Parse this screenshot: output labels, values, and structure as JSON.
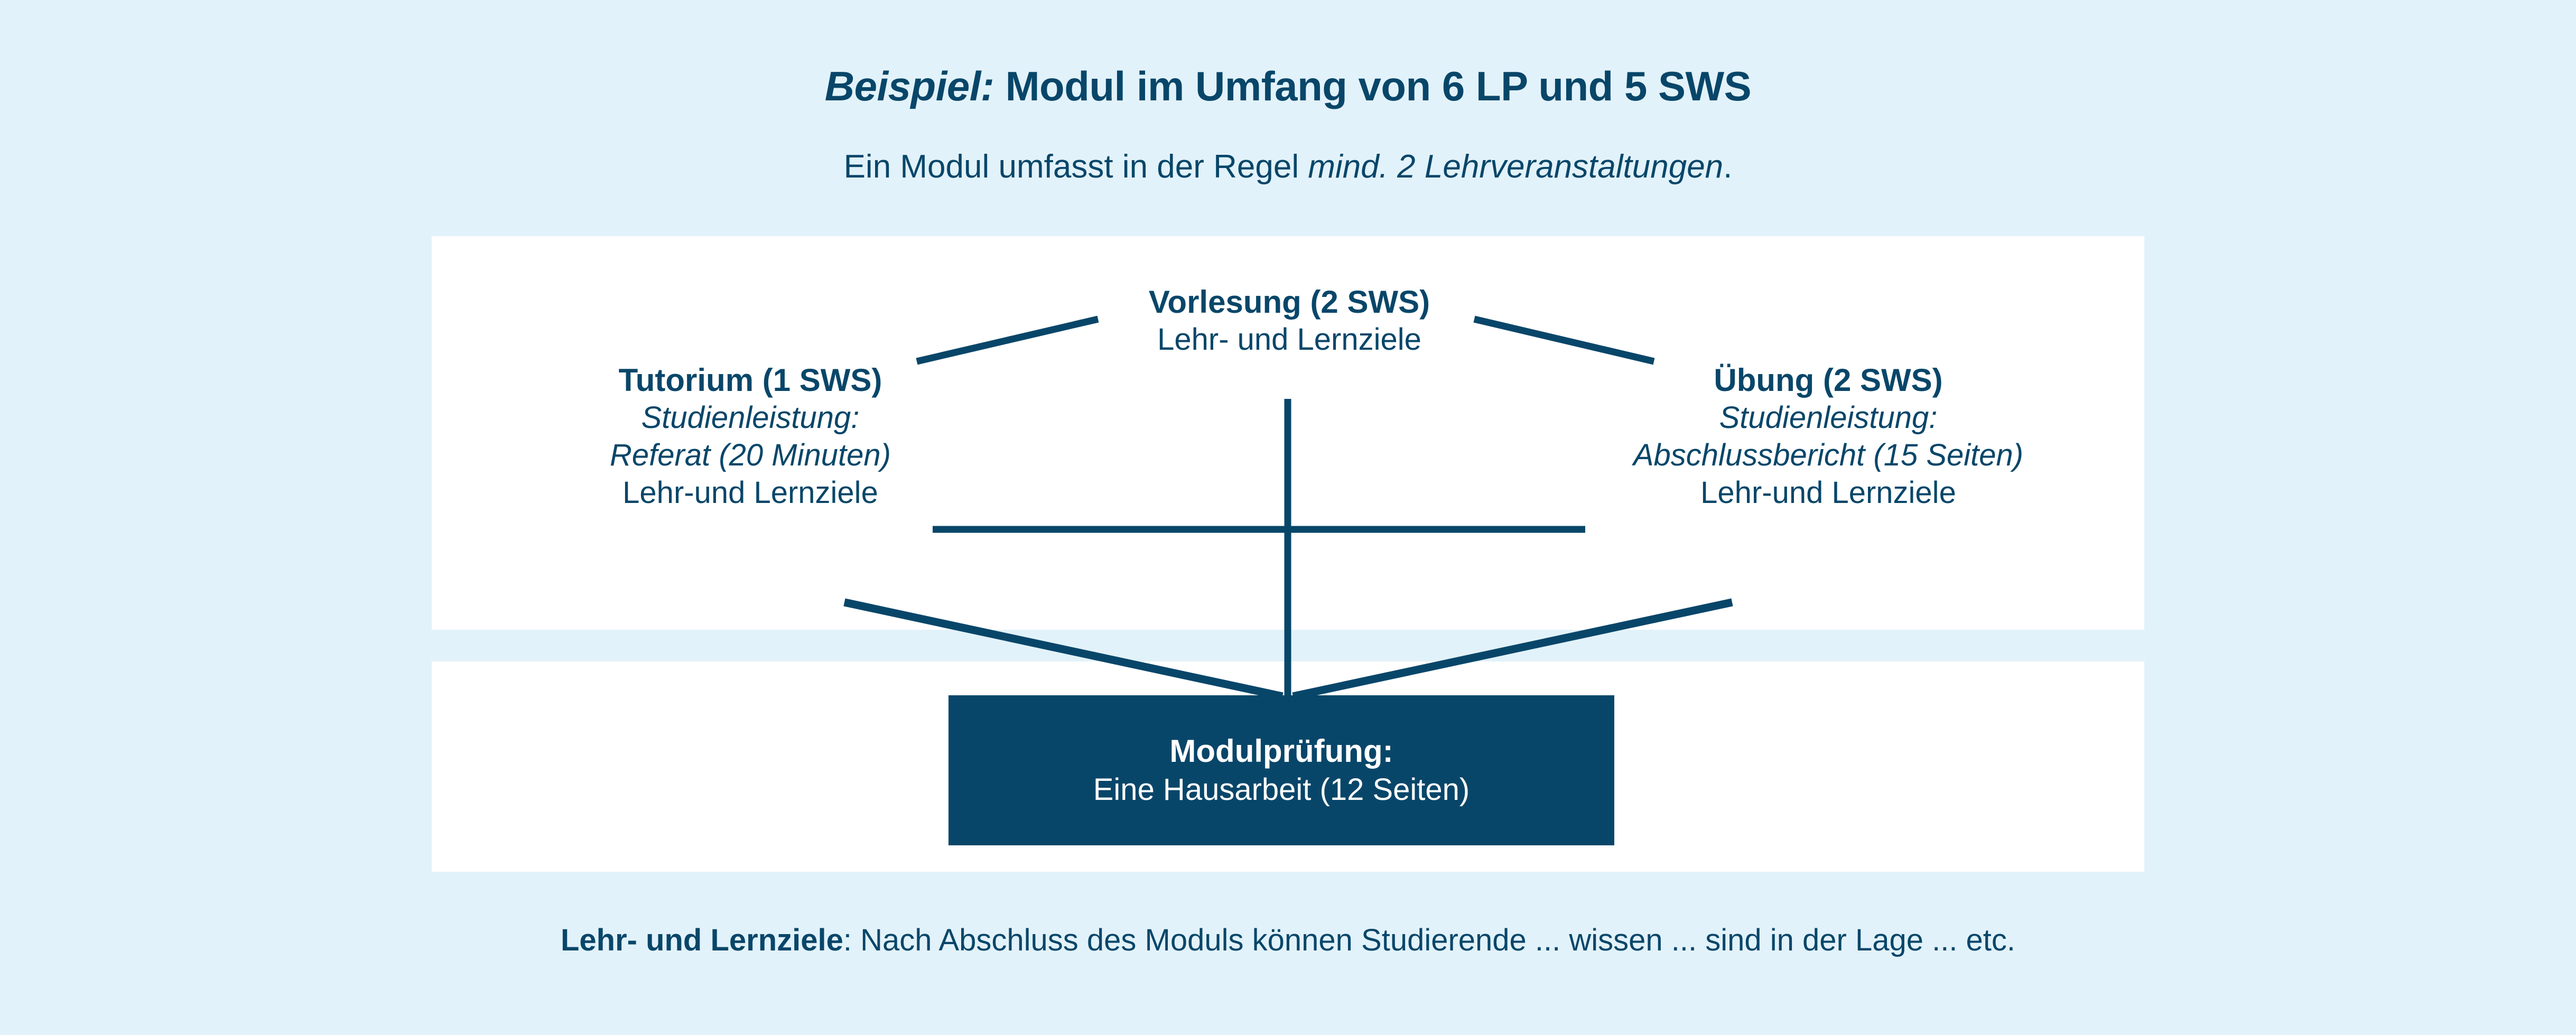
{
  "colors": {
    "background": "#e2f2fa",
    "panel": "#ffffff",
    "accent_dark_blue": "#084669",
    "exam_box_text": "#ffffff"
  },
  "header": {
    "title_emphasis": "Beispiel:",
    "title_rest": " Modul im Umfang von 6 LP und 5 SWS",
    "subtitle_lead": "Ein Modul umfasst in der Regel ",
    "subtitle_emphasis": "mind. 2 Lehrveranstaltungen",
    "subtitle_tail": "."
  },
  "diagram": {
    "nodes": [
      {
        "id": "vorlesung",
        "heading": "Vorlesung (2 SWS)",
        "italic_line": "",
        "detail_line": "",
        "plain_line": "Lehr- und Lernziele"
      },
      {
        "id": "tutorium",
        "heading": "Tutorium (1 SWS)",
        "italic_line": "Studienleistung:",
        "detail_line": "Referat (20 Minuten)",
        "plain_line": "Lehr-und Lernziele"
      },
      {
        "id": "uebung",
        "heading": "Übung (2 SWS)",
        "italic_line": "Studienleistung:",
        "detail_line": "Abschlussbericht (15 Seiten)",
        "plain_line": "Lehr-und Lernziele"
      }
    ],
    "exam": {
      "heading": "Modulprüfung:",
      "detail": "Eine Hausarbeit (12 Seiten)"
    }
  },
  "footer": {
    "label": "Lehr- und Lernziele",
    "text": ": Nach Abschluss des Moduls können Studierende ... wissen ... sind in der Lage ... etc."
  }
}
